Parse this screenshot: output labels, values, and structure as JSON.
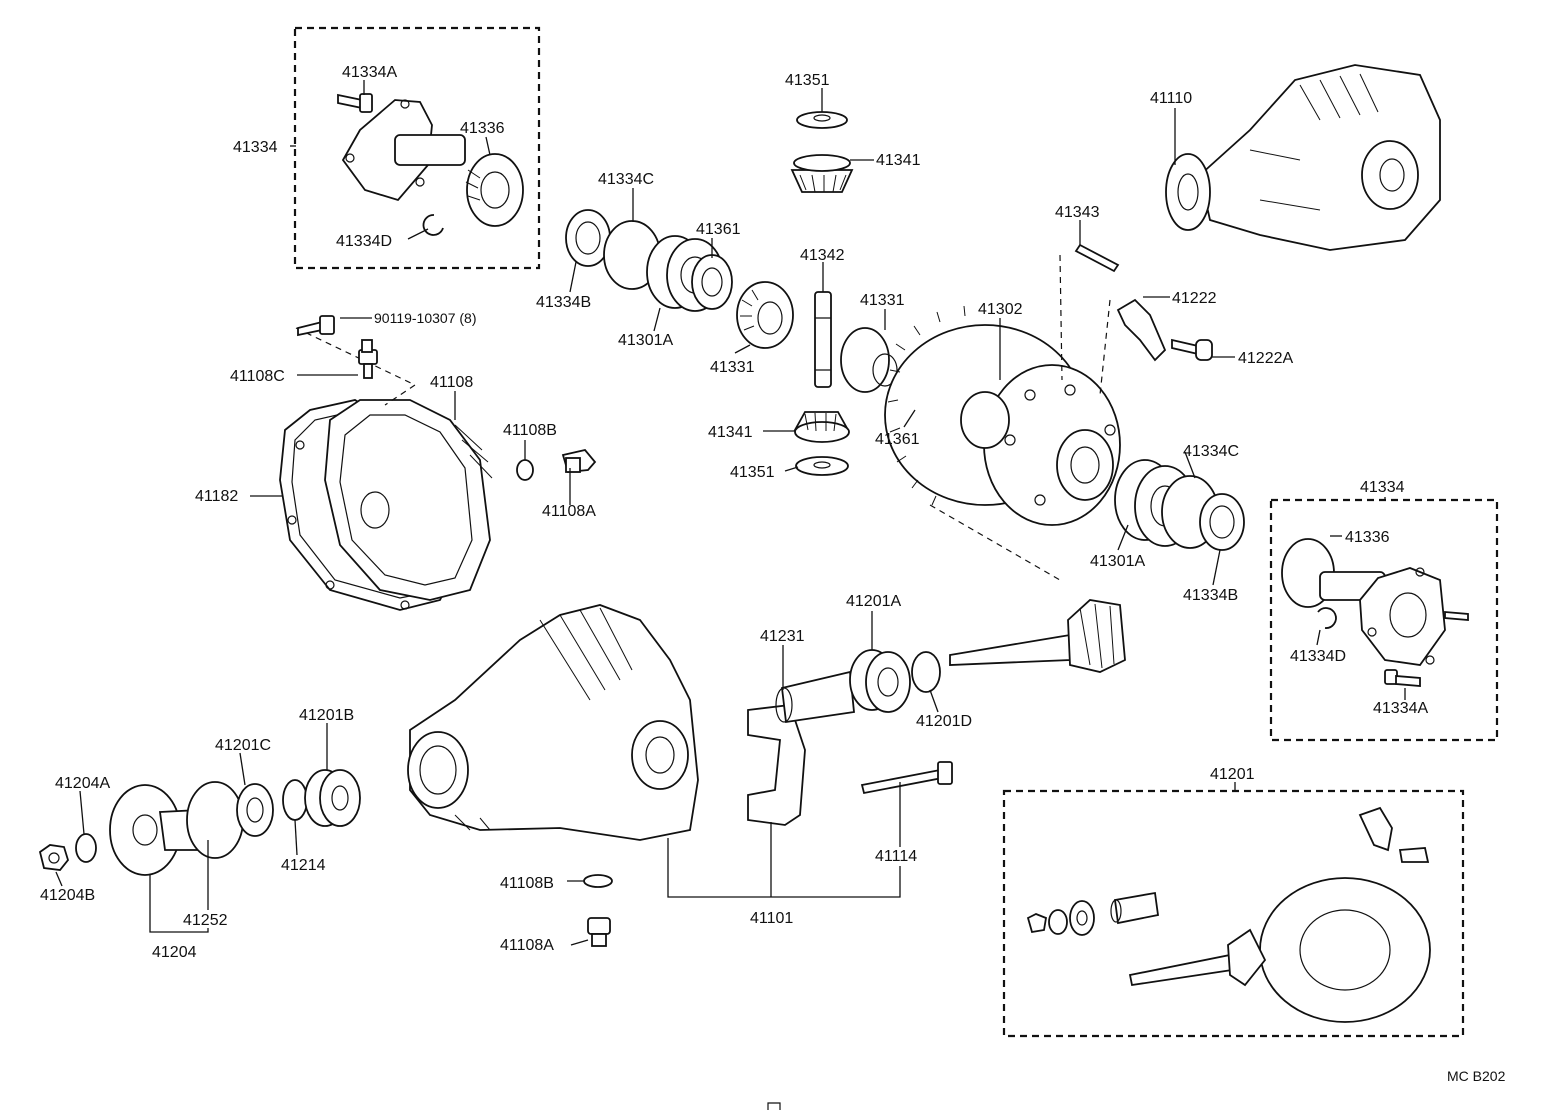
{
  "labels": {
    "p41334A_top": "41334A",
    "p41334_top": "41334",
    "p41336_top": "41336",
    "p41334D_top": "41334D",
    "p41351_top": "41351",
    "p41341_top": "41341",
    "p41334C_left": "41334C",
    "p41361_top": "41361",
    "p41334B_left": "41334B",
    "p41301A_left": "41301A",
    "p41331_left": "41331",
    "p41342": "41342",
    "p41331_right": "41331",
    "p41302": "41302",
    "p41343": "41343",
    "p41110": "41110",
    "p41222": "41222",
    "p41222A": "41222A",
    "p90119": "90119-10307 (8)",
    "p41108C": "41108C",
    "p41108": "41108",
    "p41108B_top": "41108B",
    "p41108A_top": "41108A",
    "p41182": "41182",
    "p41341_bottom": "41341",
    "p41351_bottom": "41351",
    "p41361_bottom": "41361",
    "p41334C_right": "41334C",
    "p41301A_right": "41301A",
    "p41334B_right": "41334B",
    "p41334_right": "41334",
    "p41336_right": "41336",
    "p41334D_right": "41334D",
    "p41334A_right": "41334A",
    "p41201A": "41201A",
    "p41231": "41231",
    "p41201D": "41201D",
    "p41201B": "41201B",
    "p41201C": "41201C",
    "p41204A": "41204A",
    "p41214": "41214",
    "p41204B": "41204B",
    "p41252": "41252",
    "p41204": "41204",
    "p41114": "41114",
    "p41108B_bottom": "41108B",
    "p41101": "41101",
    "p41108A_bottom": "41108A",
    "p41201": "41201",
    "p_ref": "MC B202"
  }
}
